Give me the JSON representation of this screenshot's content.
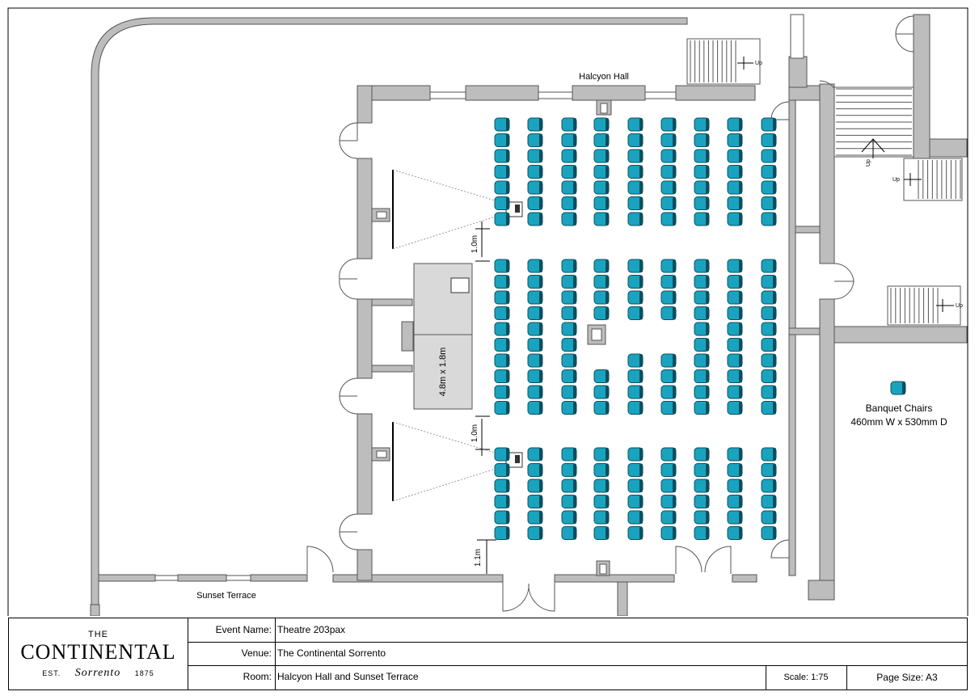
{
  "rooms": {
    "halcyon_hall_label": "Halcyon Hall",
    "sunset_terrace_label": "Sunset Terrace"
  },
  "stairs": {
    "up_label": "Up"
  },
  "stage": {
    "size_label": "4.8m x 1.8m"
  },
  "dimensions": {
    "aisle_top": "1.0m",
    "aisle_middle": "1.0m",
    "aisle_bottom": "1.1m"
  },
  "legend": {
    "title": "Banquet Chairs",
    "size": "460mm W x 530mm D"
  },
  "title_block": {
    "logo_the": "THE",
    "logo_name": "CONTINENTAL",
    "logo_est": "EST.",
    "logo_script": "Sorrento",
    "logo_year": "1875",
    "event_key": "Event Name:",
    "event_value": "Theatre 203pax",
    "venue_key": "Venue:",
    "venue_value": "The Continental Sorrento",
    "room_key": "Room:",
    "room_value": "Halcyon Hall and Sunset Terrace",
    "scale": "Scale:  1:75",
    "page_size": "Page Size: A3"
  },
  "colors": {
    "wall": "#bdbdbd",
    "wall_stroke": "#555555",
    "chair_fill": "#1aa3bf",
    "chair_stroke": "#0b4f5e",
    "stage_fill": "#d9d9d9"
  }
}
